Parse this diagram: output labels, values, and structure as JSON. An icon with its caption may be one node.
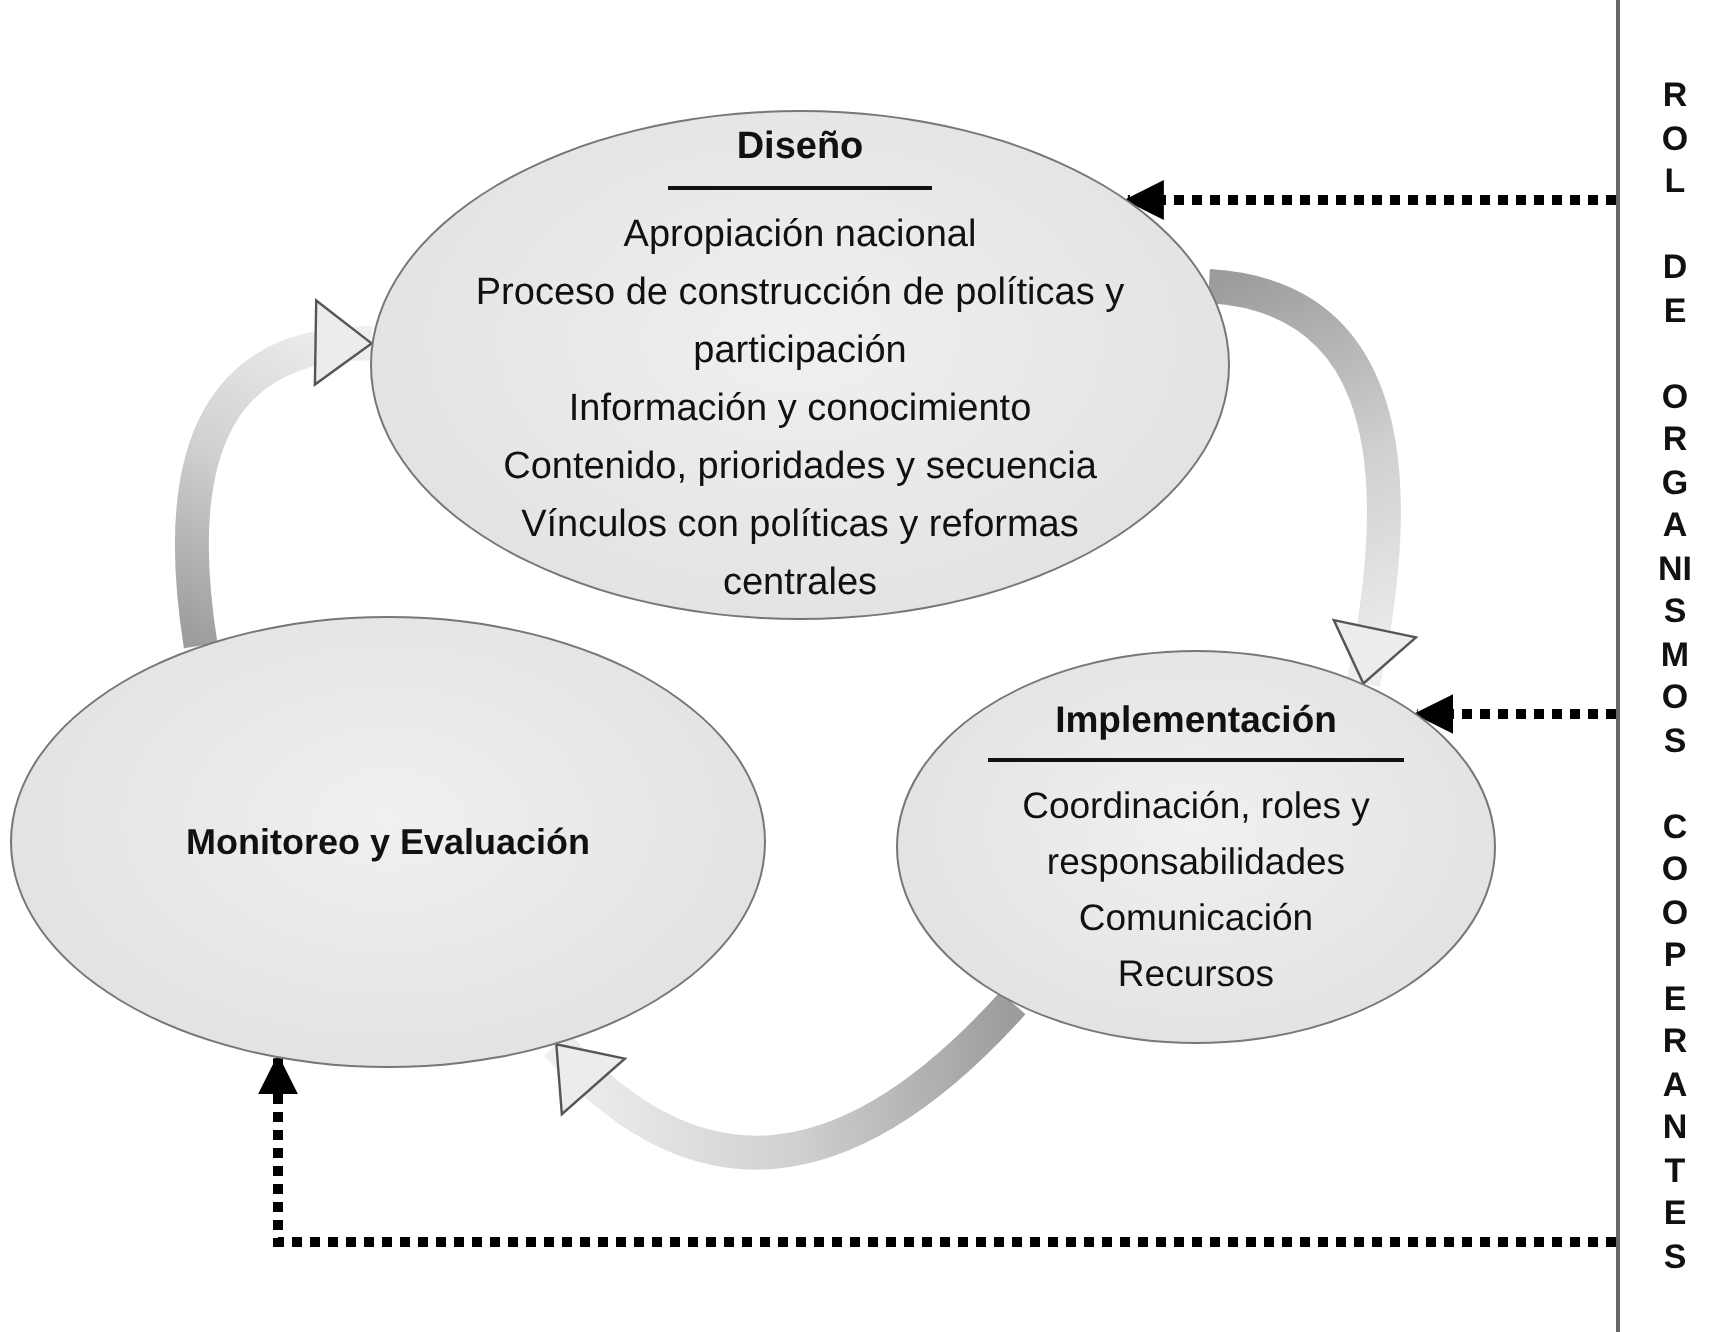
{
  "diagram": {
    "nodes": [
      {
        "text": [
          "Diseño",
          "Apropiación nacional",
          "Proceso de construcción de políticas y participación",
          "Información y conocimiento",
          "Contenido, prioridades y secuencia",
          "Vínculos con políticas y reformas centrales"
        ]
      },
      {
        "text": [
          "Implementación",
          "Coordinación, roles y responsabilidades",
          "Comunicación",
          "Recursos"
        ]
      },
      {
        "text": [
          "Monitoreo y Evaluación"
        ]
      },
      {
        "text": [
          "ROL DE ORGANISMOS COOPERANTES"
        ]
      }
    ],
    "edges": [
      {
        "from": 0,
        "to": 1,
        "arrow": "to",
        "style": "thick"
      },
      {
        "from": 1,
        "to": 2,
        "arrow": "to",
        "style": "thick"
      },
      {
        "from": 2,
        "to": 0,
        "arrow": "to",
        "style": "thick"
      },
      {
        "from": 3,
        "to": 0,
        "arrow": "to",
        "style": "dashed"
      },
      {
        "from": 3,
        "to": 1,
        "arrow": "to",
        "style": "dashed"
      },
      {
        "from": 3,
        "to": 2,
        "arrow": "to",
        "style": "dashed"
      }
    ]
  }
}
